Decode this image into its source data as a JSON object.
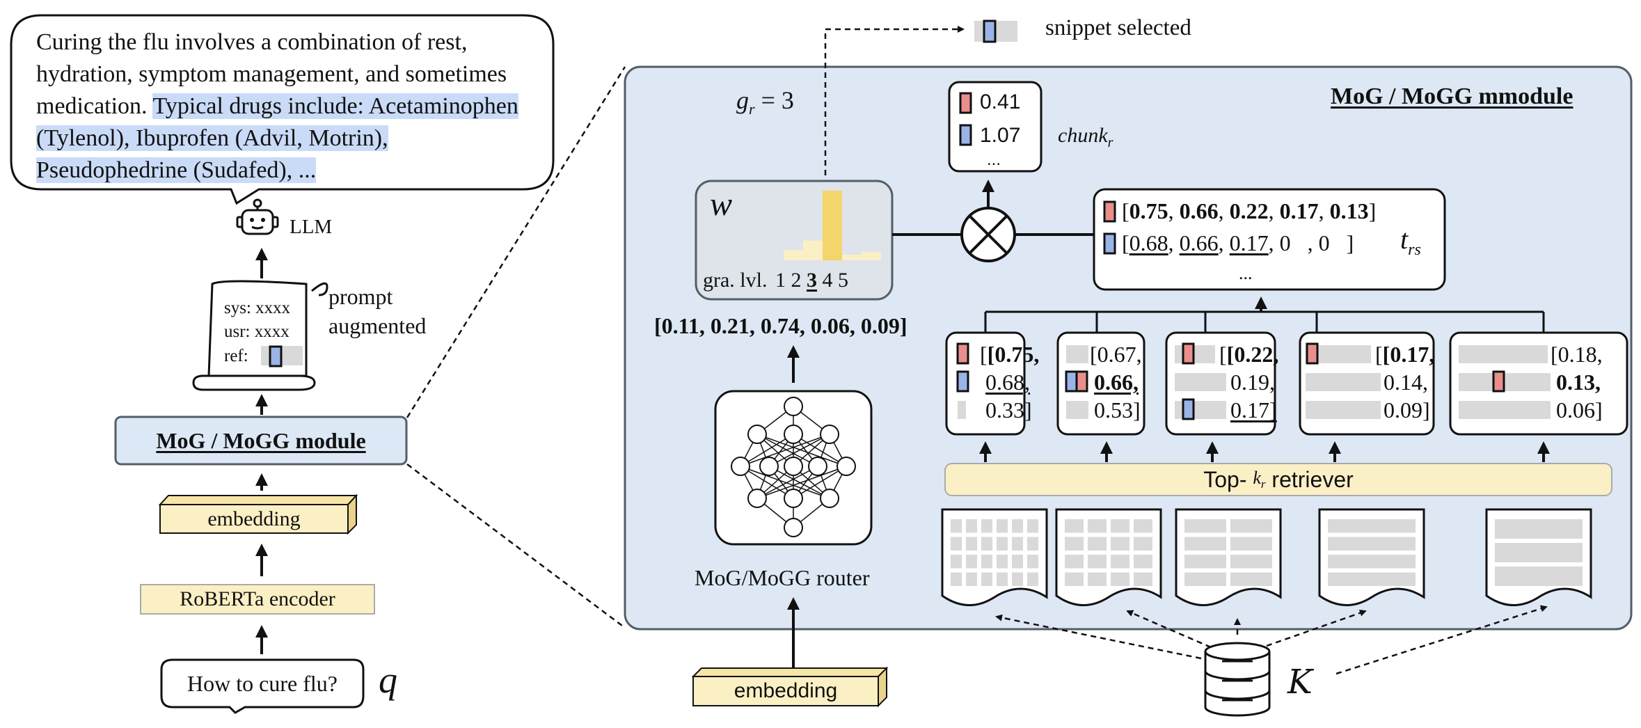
{
  "bubble": {
    "text_plain": "Curing the flu involves a combination of rest, hydration, symptom management, and sometimes medication.",
    "text_highlight": "Typical drugs include: Acetaminophen (Tylenol), Ibuprofen (Advil, Motrin), Pseudophedrine (Sudafed), ..."
  },
  "llm_label": "LLM",
  "prompt": {
    "side_label": [
      "prompt",
      "augmented"
    ],
    "lines": [
      "sys: xxxx",
      "usr: xxxx",
      "ref:"
    ]
  },
  "mog_module_label": "MoG / MoGG module",
  "embedding_label": "embedding",
  "encoder_label": "RoBERTa encoder",
  "query_text": "How to cure flu?",
  "query_symbol": "q",
  "module_title": "MoG / MoGG mmodule",
  "gr_label": "g_r = 3",
  "snippet_label": "snippet selected",
  "weights": {
    "symbol": "w",
    "axis_label": "gra. lvl.",
    "levels": [
      "1",
      "2",
      "3",
      "4",
      "5"
    ],
    "selected_level": "3",
    "values": [
      0.11,
      0.21,
      0.74,
      0.06,
      0.09
    ],
    "vector_text": "[0.11, 0.21, 0.74, 0.06, 0.09]"
  },
  "chunk": {
    "values": [
      "0.41",
      "1.07"
    ],
    "ellipsis": "...",
    "label": "chunk_r"
  },
  "trs": {
    "row1": [
      "0.75",
      "0.66",
      "0.22",
      "0.17",
      "0.13"
    ],
    "row2": [
      "0.68",
      "0.66",
      "0.17",
      "0",
      "0"
    ],
    "ellipsis": "...",
    "label": "t_rs"
  },
  "score_boxes": [
    [
      "[0.75,",
      "0.68,",
      "0.33]"
    ],
    [
      "[0.67,",
      "0.66,",
      "0.53]"
    ],
    [
      "[0.22,",
      "0.19,",
      "0.17]"
    ],
    [
      "[0.17,",
      "0.14,",
      "0.09]"
    ],
    [
      "[0.18,",
      "0.13,",
      "0.06]"
    ]
  ],
  "retriever_label": "Top- k_r retriever",
  "router_label": "MoG/MoGG router",
  "router_embedding_label": "embedding",
  "kb_symbol": "K",
  "colors": {
    "panel_fill": "#dde8f4",
    "panel_stroke": "#555d66",
    "module_box_fill": "#dce8f5",
    "embedding_fill": "#fbf0c4",
    "retriever_fill": "#fbefc6",
    "chunk_red": "#e88f8c",
    "chunk_blue": "#9ab4e8",
    "placeholder_gray": "#d9d9d9",
    "bar_highlight": "#f4d56b",
    "bar_light": "#fbefc6",
    "text_highlight": "#c9dbf7"
  }
}
